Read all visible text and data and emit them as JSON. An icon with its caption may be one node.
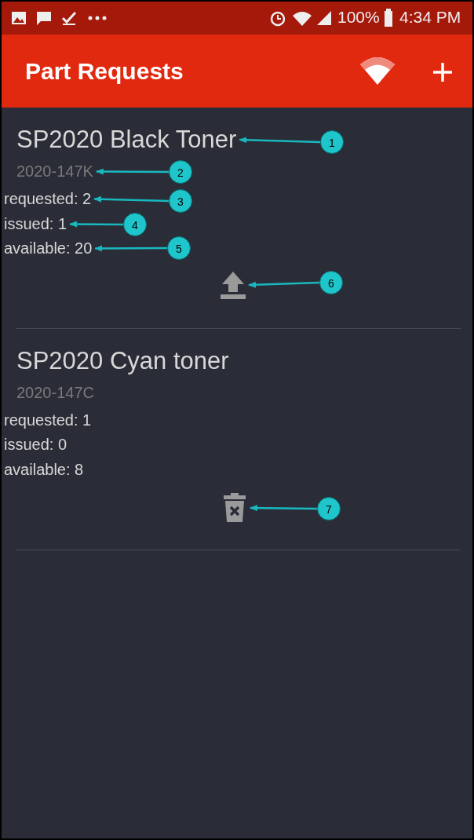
{
  "diagram": {
    "nodes": [
      {
        "text": [
          "SP2020 Black Toner"
        ]
      },
      {
        "text": [
          "1"
        ]
      },
      {
        "text": [
          "2020-147K"
        ]
      },
      {
        "text": [
          "2"
        ]
      },
      {
        "text": [
          "requested: 2"
        ]
      },
      {
        "text": [
          "3"
        ]
      },
      {
        "text": [
          "issued: 1"
        ]
      },
      {
        "text": [
          "4"
        ]
      },
      {
        "text": [
          "available: 20"
        ]
      },
      {
        "text": [
          "5"
        ]
      },
      {
        "text": [],
        "shape": "picture"
      },
      {
        "text": [
          "6"
        ]
      },
      {
        "text": [],
        "shape": "picture"
      },
      {
        "text": [
          "7"
        ]
      }
    ],
    "edges": [
      {
        "from": 1,
        "to": 0,
        "arrow": "to"
      },
      {
        "from": 3,
        "to": 2,
        "arrow": "to"
      },
      {
        "from": 5,
        "to": 4,
        "arrow": "to"
      },
      {
        "from": 7,
        "to": 6,
        "arrow": "to"
      },
      {
        "from": 9,
        "to": 8,
        "arrow": "to"
      },
      {
        "from": 11,
        "to": 10,
        "arrow": "to"
      },
      {
        "from": 13,
        "to": 12,
        "arrow": "to"
      }
    ],
    "labels": [
      "100%",
      "4:34 PM",
      "Part Requests",
      "SP2020 Cyan toner",
      "2020-147C",
      "requested: 1",
      "issued: 0",
      "available: 8"
    ]
  }
}
